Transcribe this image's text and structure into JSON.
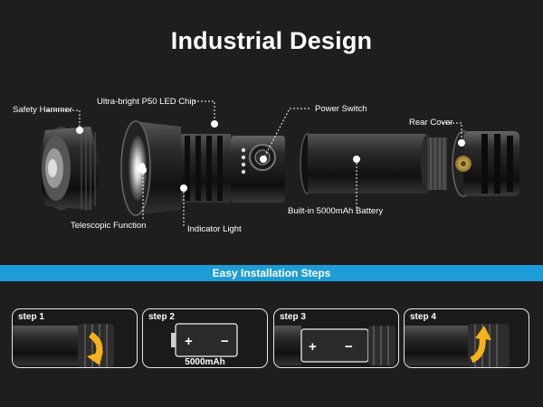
{
  "title": "Industrial Design",
  "labels": {
    "safety_hammer": "Safety Hammer",
    "led_chip": "Ultra-bright P50 LED Chip",
    "power_switch": "Power Switch",
    "rear_cover": "Rear Cover",
    "telescopic": "Telescopic Function",
    "indicator": "Indicator Light",
    "battery": "Built-in 5000mAh Battery"
  },
  "banner": "Easy Installation Steps",
  "steps": [
    {
      "label": "step 1"
    },
    {
      "label": "step 2",
      "caption": "5000mAh"
    },
    {
      "label": "step 3"
    },
    {
      "label": "step 4"
    }
  ],
  "colors": {
    "banner": "#1d9cd8",
    "arrow": "#f6b21a",
    "background": "#1e1e1f"
  },
  "icons": {
    "rotate_down": "curved-arrow-down-icon",
    "rotate_up": "curved-arrow-up-icon",
    "battery": "battery-icon"
  }
}
